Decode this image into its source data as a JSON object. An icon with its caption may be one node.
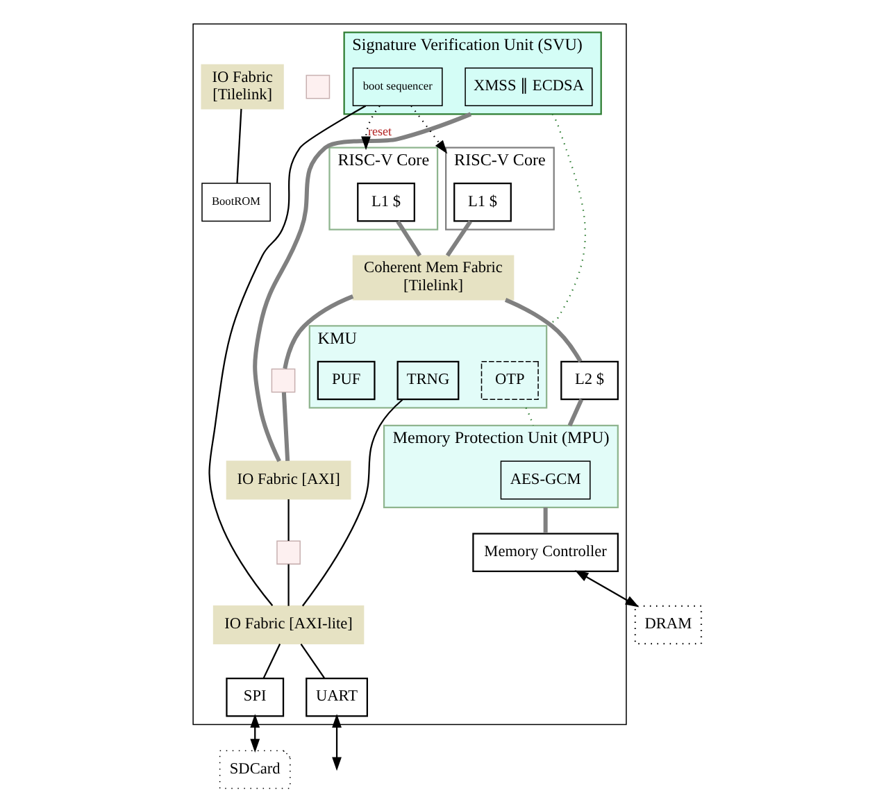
{
  "diagram": {
    "nodes": [
      {
        "text": [],
        "shape": "box"
      },
      {
        "text": [
          "RISC-V Core"
        ],
        "in": 0
      },
      {
        "text": [
          "L1 $"
        ],
        "in": 1
      },
      {
        "text": [
          "RISC-V Core"
        ],
        "in": 0
      },
      {
        "text": [
          "L1 $"
        ],
        "in": 3
      },
      {
        "text": [
          "Signature Verification Unit (SVU)"
        ],
        "in": 0
      },
      {
        "text": [
          "XMSS ∥ ECDSA"
        ],
        "in": 5
      },
      {
        "text": [
          "boot sequencer"
        ],
        "in": 5
      },
      {
        "text": [
          "Coherent Mem Fabric",
          "[Tilelink]"
        ],
        "in": 0
      },
      {
        "text": [],
        "shape": "box",
        "in": 0
      },
      {
        "text": [
          "L2 $"
        ],
        "in": 0
      },
      {
        "text": [
          "IO Fabric",
          "[Tilelink]"
        ],
        "in": 0
      },
      {
        "text": [
          "BootROM"
        ],
        "in": 0
      },
      {
        "text": [],
        "shape": "box",
        "in": 0
      },
      {
        "text": [
          "KMU"
        ],
        "in": 0
      },
      {
        "text": [
          "OTP"
        ],
        "in": 14
      },
      {
        "text": [
          "TRNG"
        ],
        "in": 14
      },
      {
        "text": [
          "PUF"
        ],
        "in": 14
      },
      {
        "text": [
          "Memory Protection Unit (MPU)"
        ],
        "in": 0
      },
      {
        "text": [
          "AES-GCM"
        ],
        "in": 18
      },
      {
        "text": [
          "IO Fabric [AXI]"
        ],
        "in": 0
      },
      {
        "text": [],
        "shape": "box",
        "in": 0
      },
      {
        "text": [
          "IO Fabric [AXI-lite]"
        ],
        "in": 0
      },
      {
        "text": [
          "Memory Controller"
        ],
        "in": 0
      },
      {
        "text": [
          "SPI"
        ],
        "in": 0
      },
      {
        "text": [
          "UART"
        ],
        "in": 0
      },
      {
        "text": [
          "DRAM"
        ]
      },
      {
        "text": [
          "SDCard"
        ]
      }
    ],
    "edges": [
      {
        "from": 7,
        "to": 1,
        "arrow": "to",
        "label": "reset",
        "style": "dashed"
      },
      {
        "from": 7,
        "to": 3,
        "arrow": "to",
        "style": "dashed"
      },
      {
        "from": 2,
        "to": 8,
        "arrow": "none",
        "style": "thick",
        "color": "#808080"
      },
      {
        "from": 4,
        "to": 8,
        "arrow": "none",
        "style": "thick",
        "color": "#808080"
      },
      {
        "from": 8,
        "to": 10,
        "arrow": "none",
        "style": "thick",
        "color": "#808080"
      },
      {
        "from": 10,
        "to": 18,
        "arrow": "none",
        "style": "thick",
        "color": "#808080"
      },
      {
        "from": 18,
        "to": 23,
        "arrow": "none",
        "style": "thick",
        "color": "#808080"
      },
      {
        "from": 11,
        "to": 12,
        "arrow": "none"
      },
      {
        "from": 8,
        "to": 13,
        "arrow": "none",
        "style": "thick",
        "color": "#808080"
      },
      {
        "from": 13,
        "to": 20,
        "arrow": "none",
        "style": "thick",
        "color": "#808080"
      },
      {
        "from": 5,
        "to": 20,
        "arrow": "none",
        "style": "thick",
        "color": "#808080"
      },
      {
        "from": 5,
        "to": 14,
        "arrow": "none",
        "style": "dashed",
        "color": "#2e7d32"
      },
      {
        "from": 14,
        "to": 18,
        "arrow": "none",
        "style": "dashed",
        "color": "#2e7d32"
      },
      {
        "from": 20,
        "to": 21,
        "arrow": "none"
      },
      {
        "from": 21,
        "to": 22,
        "arrow": "none"
      },
      {
        "from": 16,
        "to": 22,
        "arrow": "none"
      },
      {
        "from": 7,
        "to": 22,
        "arrow": "none"
      },
      {
        "from": 22,
        "to": 24,
        "arrow": "none"
      },
      {
        "from": 22,
        "to": 25,
        "arrow": "none"
      },
      {
        "from": 23,
        "to": 26,
        "arrow": "both"
      },
      {
        "from": 24,
        "to": 27,
        "arrow": "both"
      },
      {
        "from": 25,
        "to": null,
        "arrow": "both"
      }
    ]
  }
}
